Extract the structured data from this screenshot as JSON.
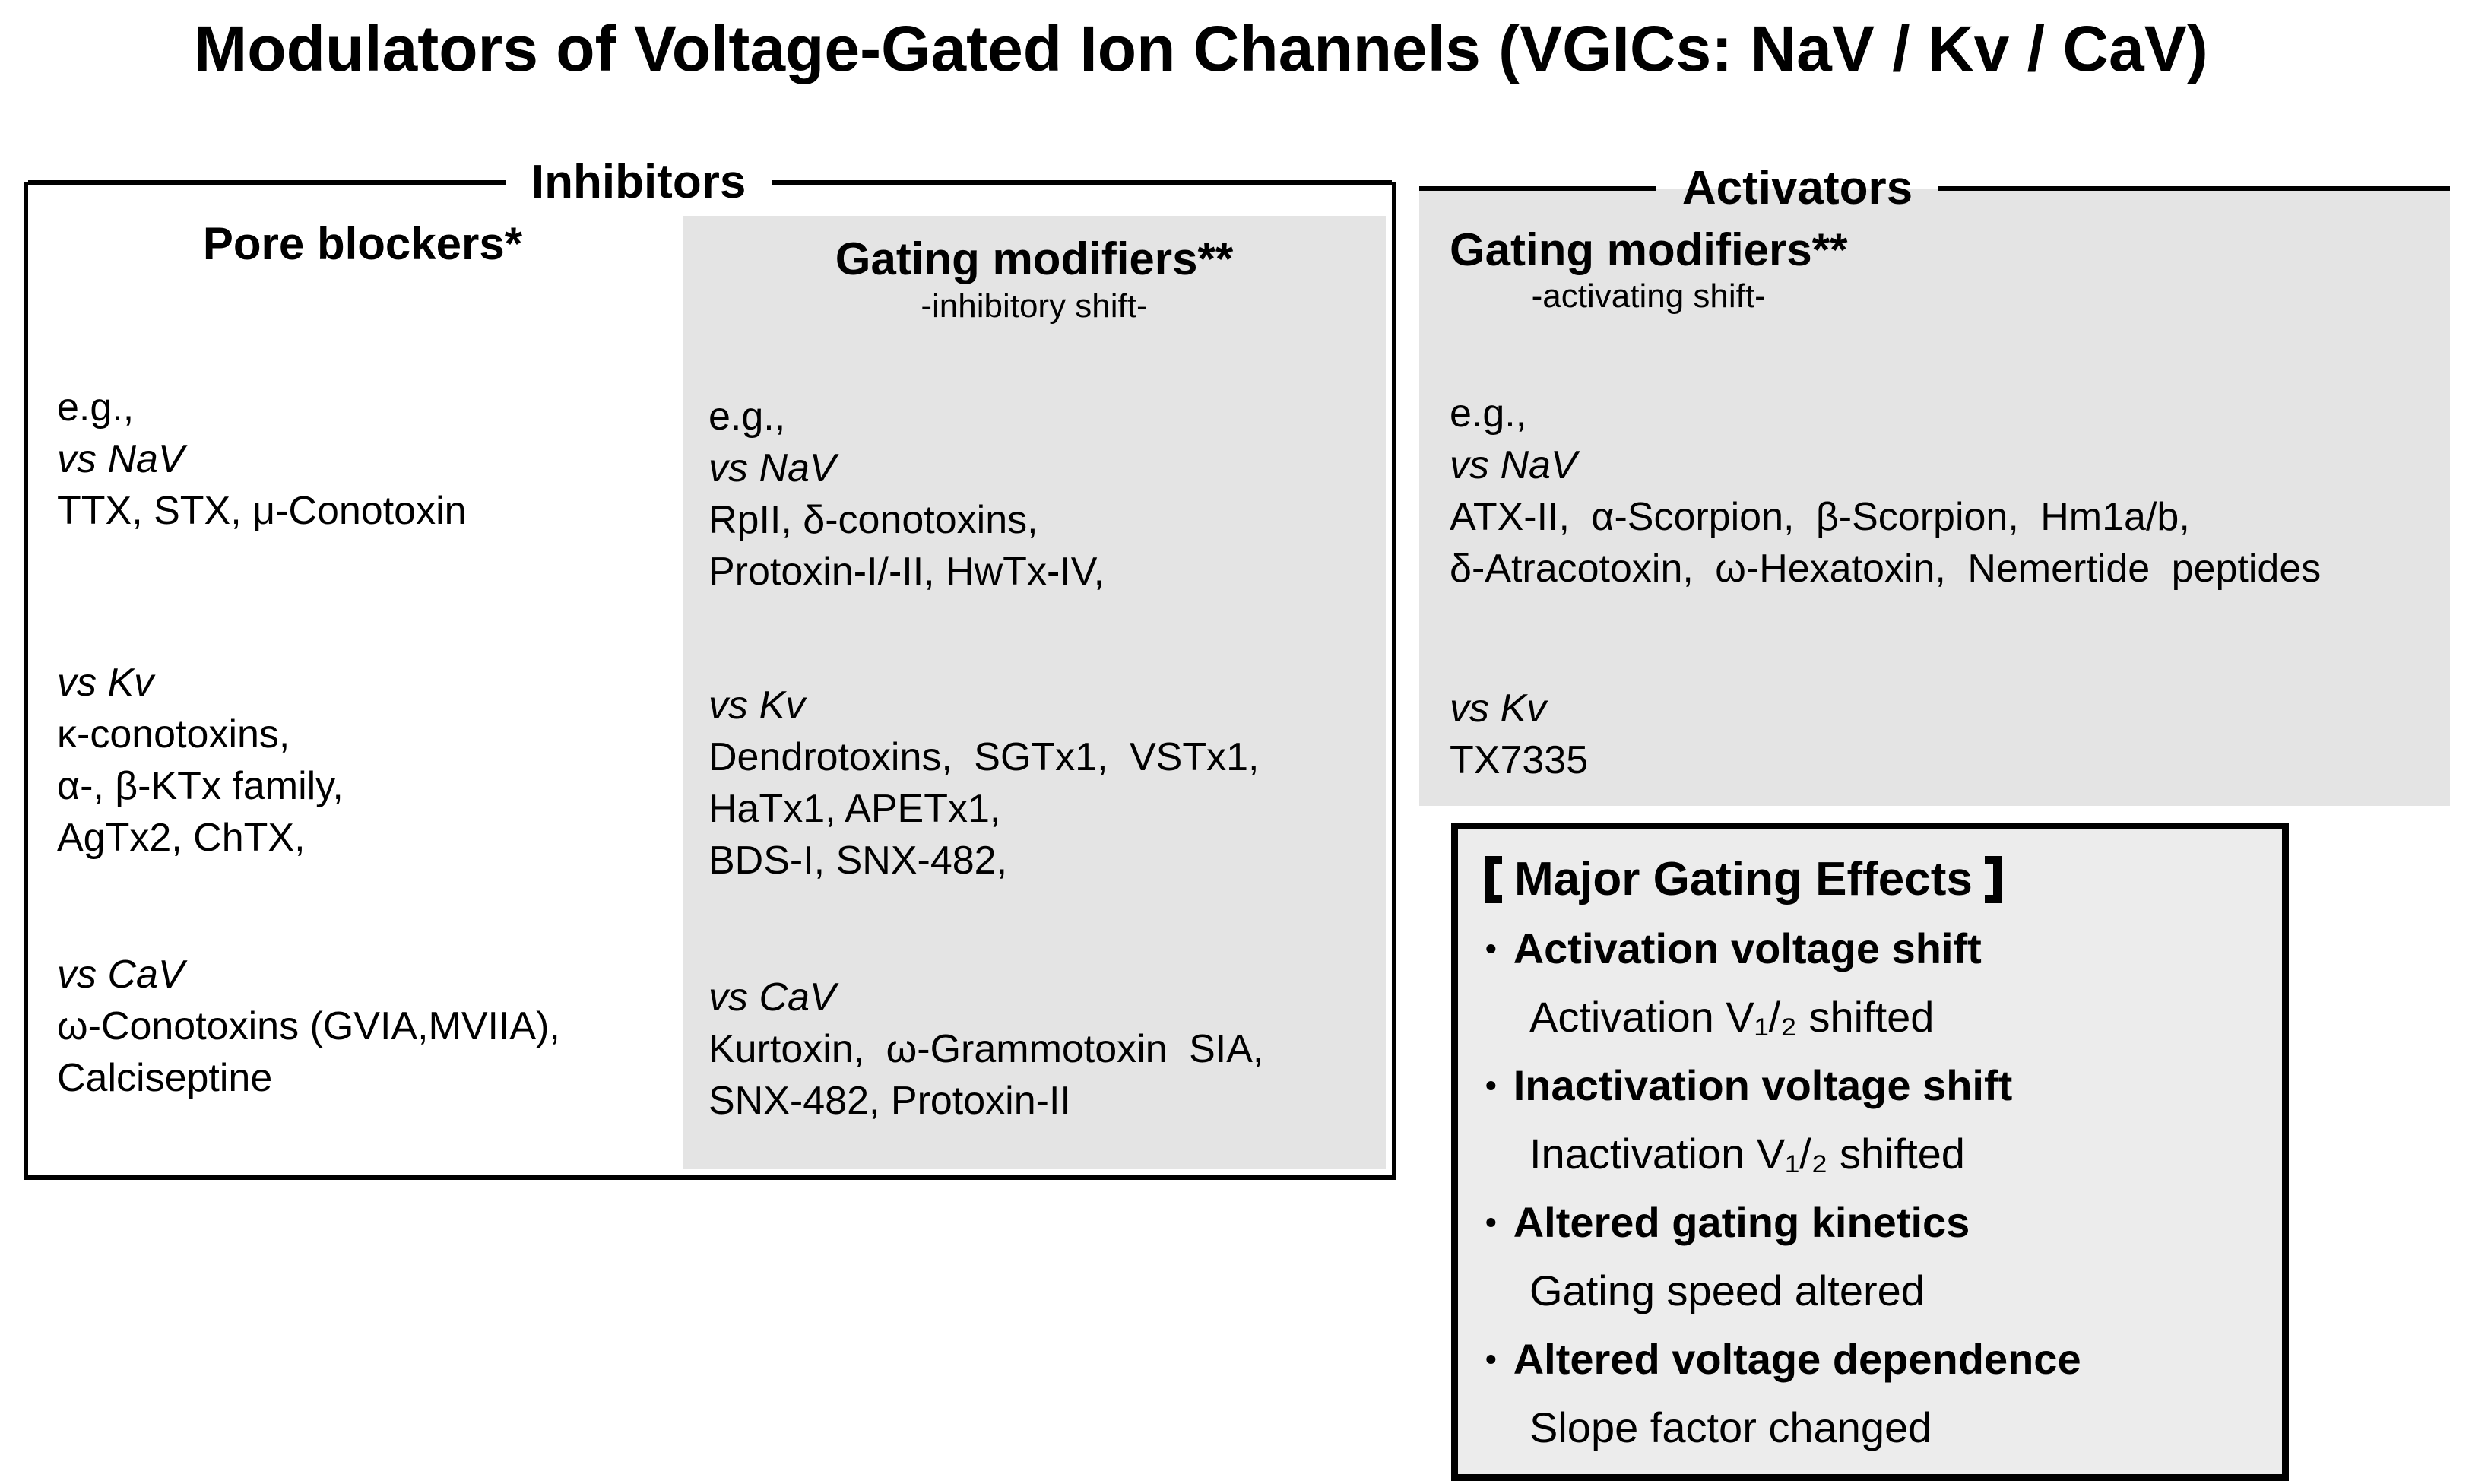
{
  "title": "Modulators of Voltage-Gated Ion Channels (VGICs: NaV / Kv / CaV)",
  "inhibitors": {
    "label": "Inhibitors",
    "pore_blockers": {
      "header": "Pore blockers*",
      "eg": "e.g.,",
      "nav_label": "vs NaV",
      "nav_lines": [
        "TTX, STX, μ-Conotoxin"
      ],
      "kv_label": "vs Kv",
      "kv_lines": [
        "κ-conotoxins,",
        "α-, β-KTx family,",
        "AgTx2, ChTX,"
      ],
      "cav_label": "vs CaV",
      "cav_lines": [
        "ω-Conotoxins (GVIA,MVIIA),",
        "Calciseptine"
      ]
    },
    "gating_modifiers": {
      "header": "Gating modifiers**",
      "subheader": "-inhibitory shift-",
      "eg": "e.g.,",
      "nav_label": "vs NaV",
      "nav_lines": [
        "RpII, δ-conotoxins,",
        "Protoxin-I/-II, HwTx-IV,"
      ],
      "kv_label": "vs Kv",
      "kv_lines": [
        "Dendrotoxins, SGTx1, VSTx1,",
        "HaTx1, APETx1,",
        "BDS-I, SNX-482,"
      ],
      "cav_label": "vs CaV",
      "cav_lines": [
        "Kurtoxin, ω-Grammotoxin SIA,",
        "SNX-482, Protoxin-II"
      ]
    }
  },
  "activators": {
    "label": "Activators",
    "gating_modifiers": {
      "header": "Gating modifiers**",
      "subheader": "-activating shift-",
      "eg": "e.g.,",
      "nav_label": "vs NaV",
      "nav_lines": [
        "ATX-II, α-Scorpion, β-Scorpion, Hm1a/b,",
        "δ-Atracotoxin, ω-Hexatoxin, Nemertide peptides"
      ],
      "kv_label": "vs Kv",
      "kv_lines": [
        "TX7335"
      ]
    }
  },
  "effects": {
    "title": "Major Gating Effects",
    "bullet": "•",
    "items": [
      {
        "title": "Activation voltage shift",
        "desc": "Activation V₁/₂ shifted"
      },
      {
        "title": "Inactivation voltage shift",
        "desc": "Inactivation V₁/₂ shifted"
      },
      {
        "title": "Altered gating kinetics",
        "desc": "Gating speed altered"
      },
      {
        "title": "Altered voltage dependence",
        "desc": "Slope factor changed"
      }
    ]
  },
  "colors": {
    "panel_gray": "#e4e4e4",
    "effects_gray": "#ececec",
    "border": "#000000"
  }
}
